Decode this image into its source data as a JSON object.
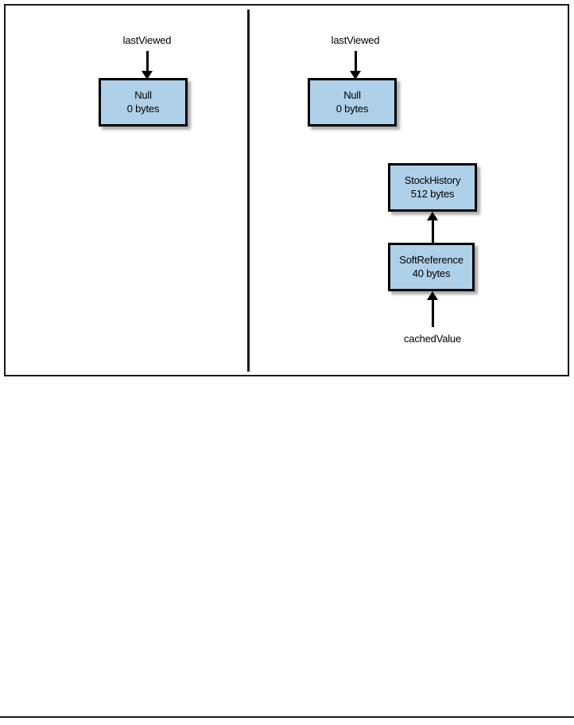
{
  "figure": {
    "panels": [
      {
        "id": "before",
        "boxes": [
          {
            "title": "Null",
            "size": "0 bytes"
          }
        ],
        "labels": [
          {
            "text": "lastViewed"
          }
        ]
      },
      {
        "id": "after",
        "boxes": [
          {
            "title": "Null",
            "size": "0 bytes"
          },
          {
            "title": "StockHistory",
            "size": "512 bytes"
          },
          {
            "title": "SoftReference",
            "size": "40 bytes"
          }
        ],
        "labels": [
          {
            "text": "lastViewed"
          },
          {
            "text": "cachedValue"
          }
        ]
      }
    ],
    "colors": {
      "box_fill": "#aed1e9",
      "box_border": "#000000",
      "frame": "#1a1a1a",
      "arrow": "#000000"
    }
  }
}
